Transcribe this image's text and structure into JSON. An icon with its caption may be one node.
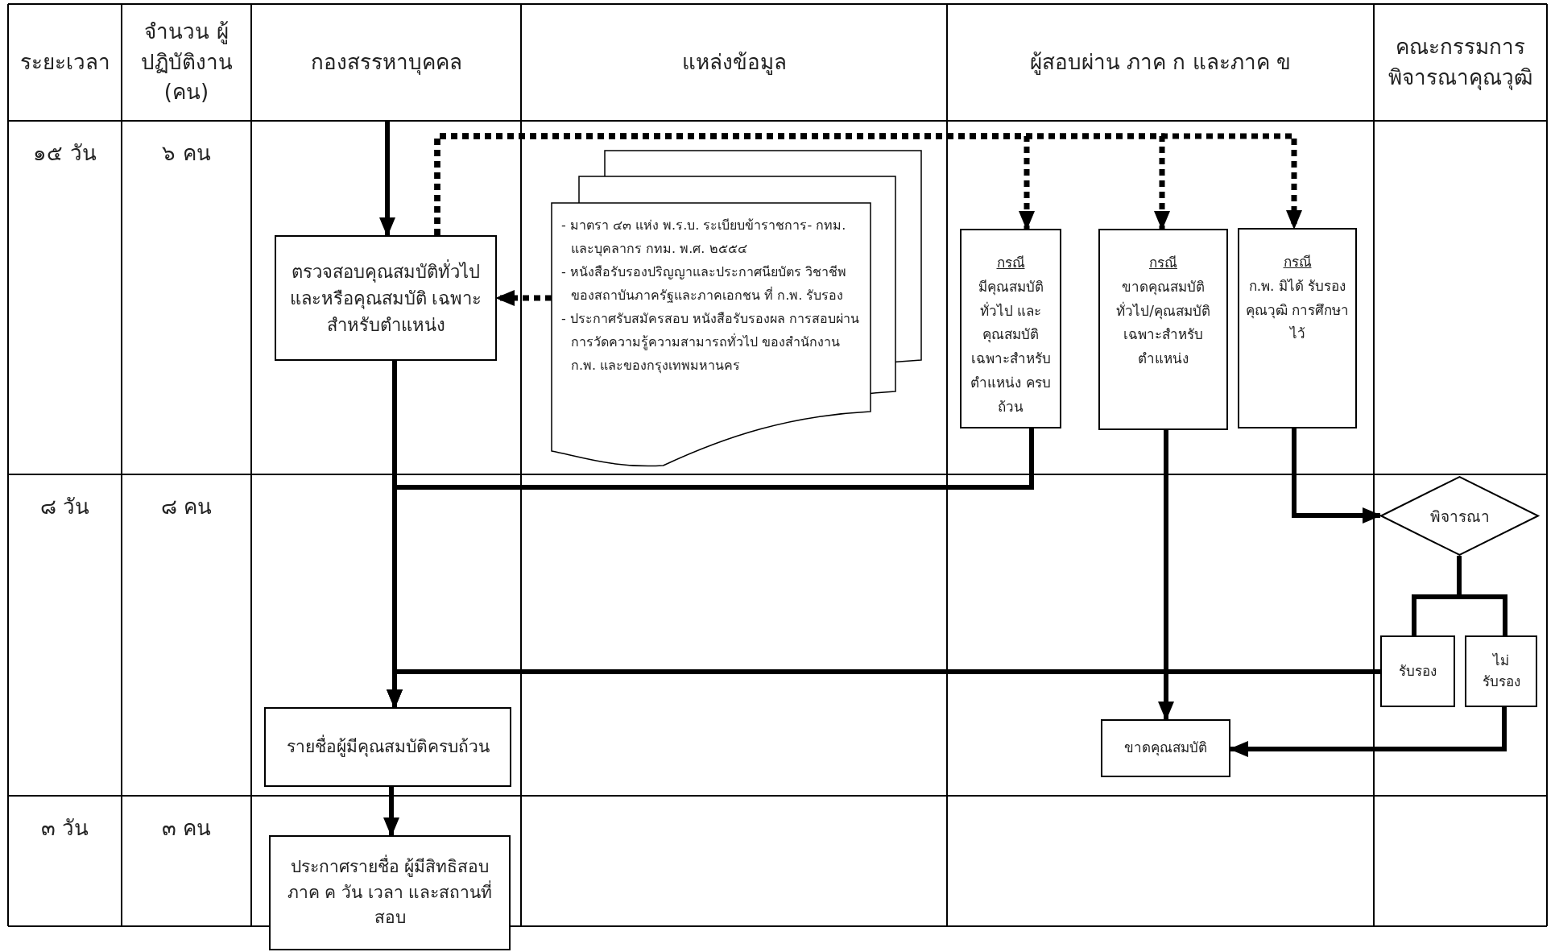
{
  "diagram": {
    "nodes": [
      {
        "text": [
          "ตรวจสอบคุณสมบัติทั่วไป และหรือคุณสมบัติ เฉพาะสำหรับตำแหน่ง"
        ]
      },
      {
        "text": [
          "- มาตรา ๔๓ แห่ง พ.ร.บ. ระเบียบข้าราชการ- กทม. และบุคลากร กทม. พ.ศ. ๒๕๕๔",
          "- หนังสือรับรองปริญญาและประกาศนียบัตร วิชาชีพของสถาบันภาครัฐและภาคเอกชน ที่ ก.พ. รับรอง",
          "- ประกาศรับสมัครสอบ หนังสือรับรองผล การสอบผ่านการวัดความรู้ความสามารถทั่วไป ของสำนักงาน ก.พ. และของกรุงเทพมหานคร"
        ]
      },
      {
        "text": [
          "กรณี",
          "มีคุณสมบัติทั่วไป และคุณสมบัติ เฉพาะสำหรับ ตำแหน่ง ครบถ้วน"
        ]
      },
      {
        "text": [
          "กรณี",
          "ขาดคุณสมบัติ ทั่วไป/คุณสมบัติ เฉพาะสำหรับ ตำแหน่ง"
        ]
      },
      {
        "text": [
          "กรณี",
          "ก.พ. มิได้ รับรองคุณวุฒิ การศึกษาไว้"
        ]
      },
      {
        "text": [
          "พิจารณา"
        ]
      },
      {
        "text": [
          "รับรอง"
        ]
      },
      {
        "text": [
          "ไม่ รับรอง"
        ]
      },
      {
        "text": [
          "รายชื่อผู้มีคุณสมบัติครบถ้วน"
        ]
      },
      {
        "text": [
          "ขาดคุณสมบัติ"
        ]
      },
      {
        "text": [
          "ประกาศรายชื่อ ผู้มีสิทธิสอบ ภาค ค วัน เวลา และสถานที่สอบ"
        ]
      }
    ],
    "edges": [
      {
        "from": null,
        "to": 0,
        "arrow": "to"
      },
      {
        "from": 1,
        "to": 0,
        "arrow": "to",
        "style": "dashed"
      },
      {
        "from": 0,
        "to": 2,
        "arrow": "to",
        "style": "dashed"
      },
      {
        "from": 0,
        "to": 3,
        "arrow": "to",
        "style": "dashed"
      },
      {
        "from": 0,
        "to": 4,
        "arrow": "to",
        "style": "dashed"
      },
      {
        "from": 0,
        "to": 8,
        "arrow": "to"
      },
      {
        "from": 2,
        "to": 8,
        "arrow": "to"
      },
      {
        "from": 3,
        "to": 9,
        "arrow": "to"
      },
      {
        "from": 4,
        "to": 5,
        "arrow": "to"
      },
      {
        "from": 5,
        "to": 6,
        "arrow": "none"
      },
      {
        "from": 5,
        "to": 7,
        "arrow": "none"
      },
      {
        "from": 6,
        "to": 8,
        "arrow": "to"
      },
      {
        "from": 7,
        "to": 9,
        "arrow": "to"
      },
      {
        "from": 8,
        "to": 10,
        "arrow": "to"
      }
    ],
    "labels": [
      "ระยะเวลา",
      "จำนวน ผู้ปฏิบัติงาน (คน)",
      "กองสรรหาบุคคล",
      "แหล่งข้อมูล",
      "ผู้สอบผ่าน ภาค ก และภาค ข",
      "คณะกรรมการ พิจารณาคุณวุฒิ",
      "๑๕ วัน",
      "๖ คน",
      "๘ วัน",
      "๘ คน",
      "๓ วัน",
      "๓ คน"
    ]
  }
}
